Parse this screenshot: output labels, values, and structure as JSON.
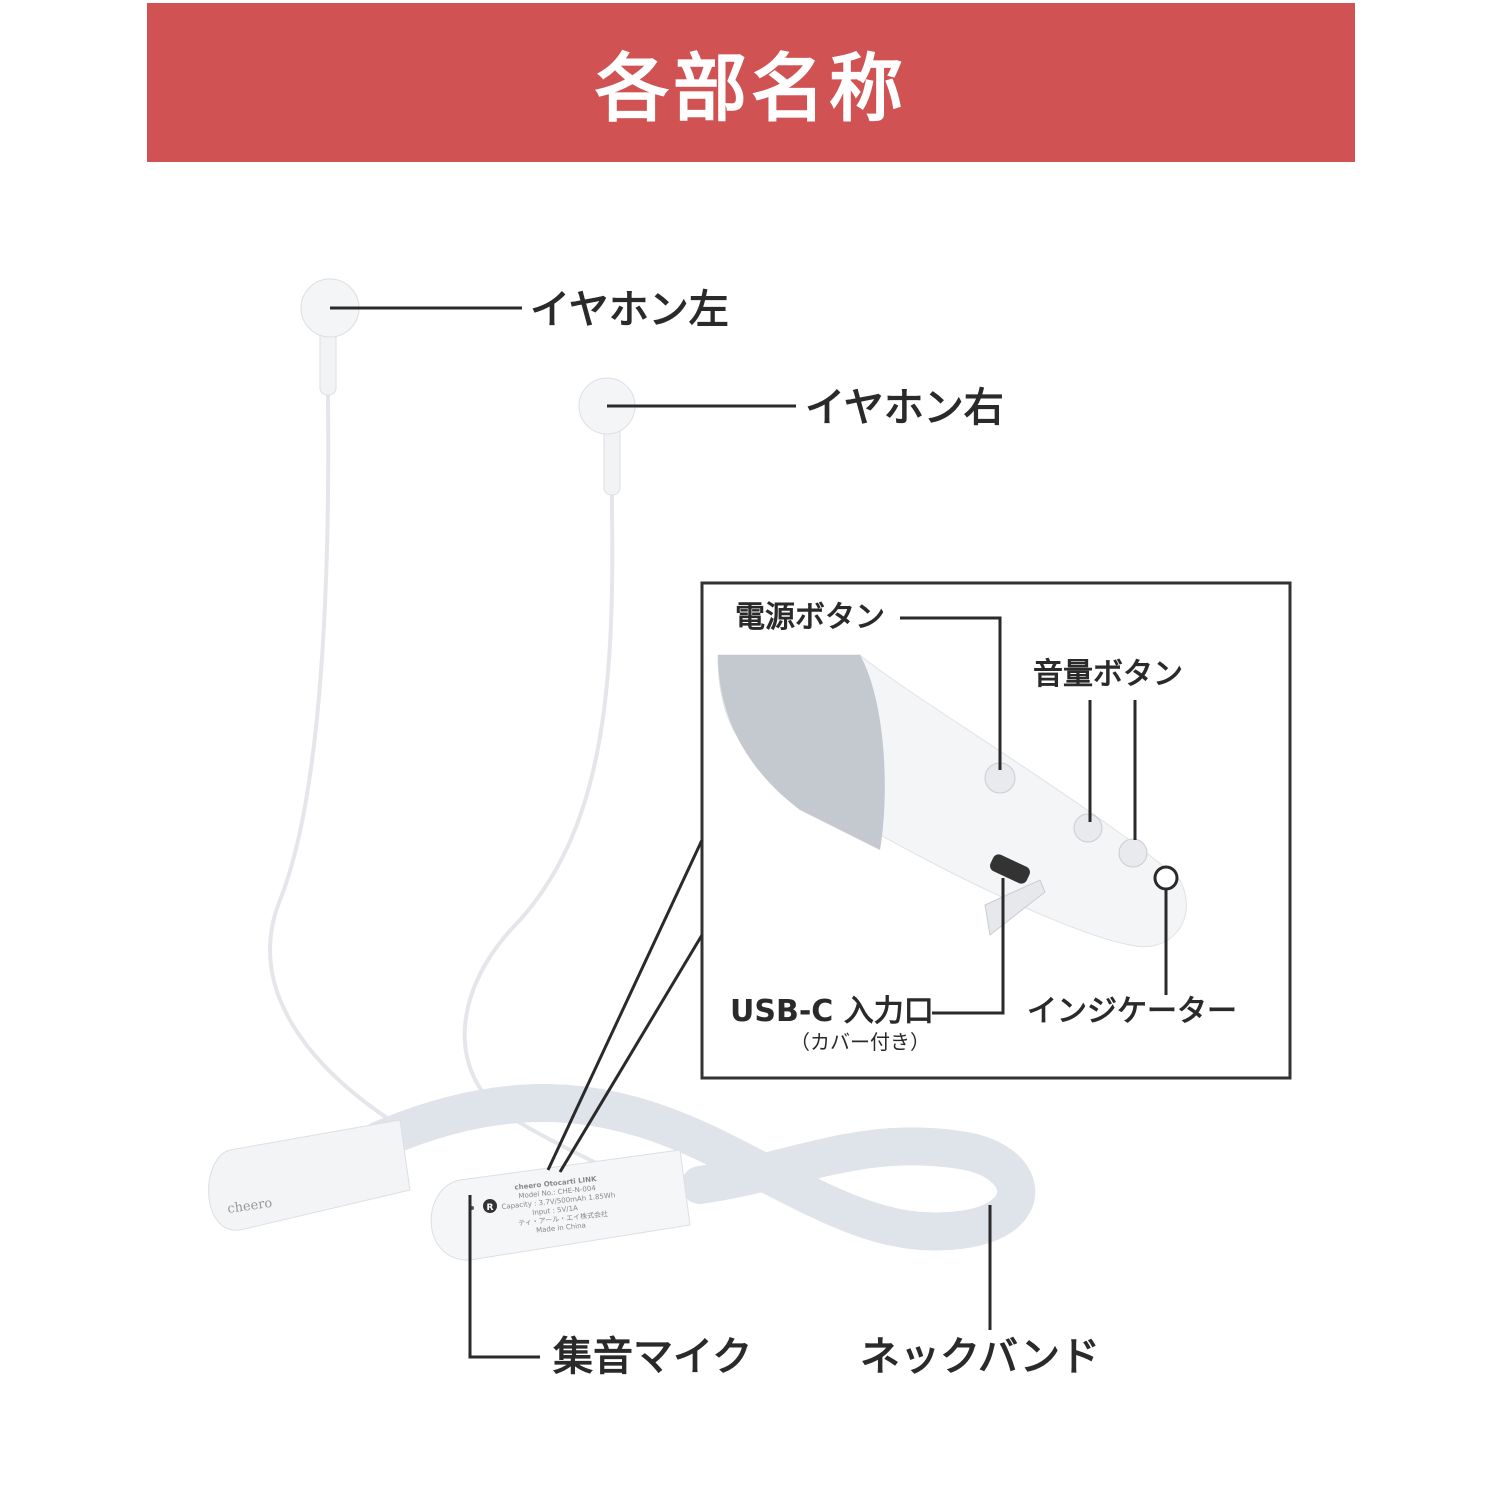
{
  "header": {
    "title": "各部名称",
    "color": "#d05252"
  },
  "labels": {
    "earphone_left": "イヤホン左",
    "earphone_right": "イヤホン右",
    "power_button": "電源ボタン",
    "volume_button": "音量ボタン",
    "usb_c": "USB-C 入力口",
    "usb_c_note": "（カバー付き）",
    "indicator": "インジケーター",
    "microphone": "集音マイク",
    "neckband": "ネックバンド"
  },
  "product": {
    "brand": "cheero",
    "label_lines": [
      "cheero Otocarti LINK",
      "Model No.: CHE-N-004",
      "Capacity : 3.7V/500mAh 1.85Wh",
      "Input : 5V/1A",
      "ティ・アール・エイ株式会社",
      "Made in China"
    ],
    "right_marker": "R"
  }
}
